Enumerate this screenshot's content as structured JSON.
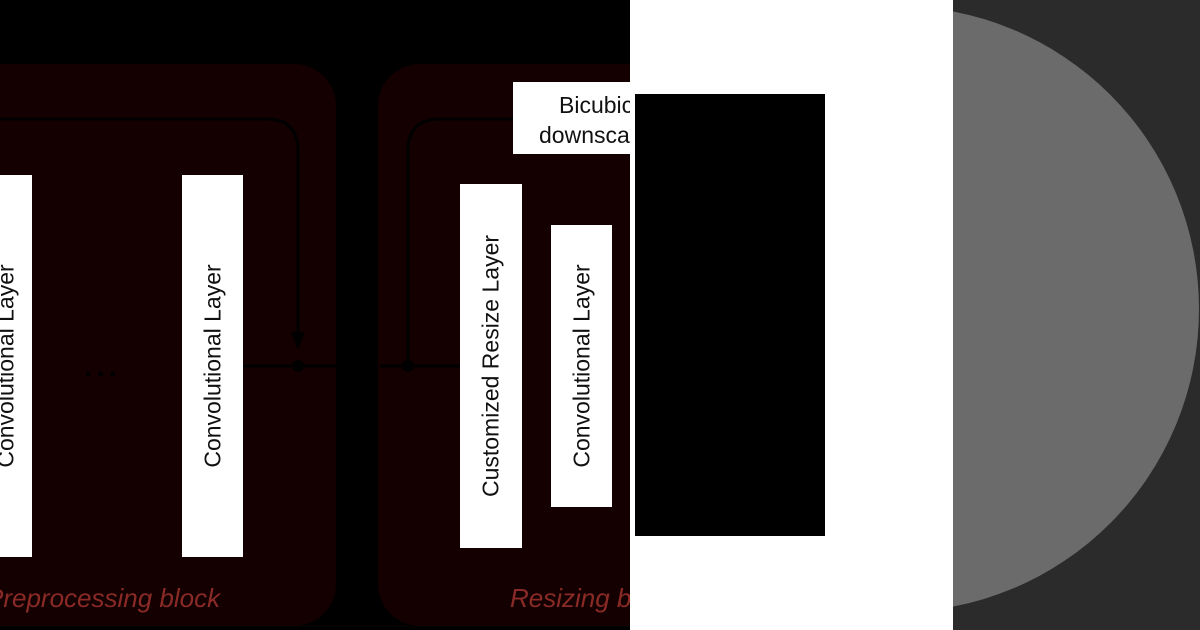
{
  "left_diagram": {
    "preprocessing_block": {
      "label": "Preprocessing block",
      "layers": [
        "Convolutional Layer",
        "Convolutional Layer"
      ],
      "ellipsis": "..."
    },
    "resizing_block": {
      "label": "Resizing block",
      "bicubic_note": [
        "Bicubic",
        "downscale"
      ],
      "layers": [
        "Customized Resize Layer",
        "Convolutional Layer"
      ]
    }
  },
  "colors": {
    "block_background": "#140000",
    "block_label": "#8a2a26",
    "layer_box": "#ffffff",
    "middle_panel": "#ffffff",
    "right_panel": "#2b2b2b",
    "disk": "#6b6b6b"
  }
}
